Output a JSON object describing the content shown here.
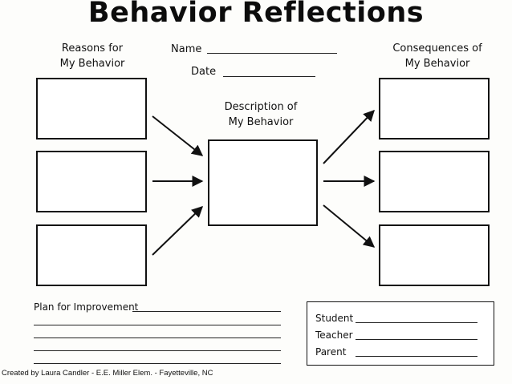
{
  "title": "Behavior Reflections",
  "reasons_heading": {
    "line1": "Reasons for",
    "line2": "My Behavior"
  },
  "consequences_heading": {
    "line1": "Consequences of",
    "line2": "My Behavior"
  },
  "description_heading": {
    "line1": "Description of",
    "line2": "My Behavior"
  },
  "name_label": "Name",
  "date_label": "Date",
  "plan_label": "Plan for Improvement",
  "signatures": {
    "student": "Student",
    "teacher": "Teacher",
    "parent": "Parent"
  },
  "footer": "Created by Laura Candler -  E.E. Miller Elem. - Fayetteville, NC"
}
